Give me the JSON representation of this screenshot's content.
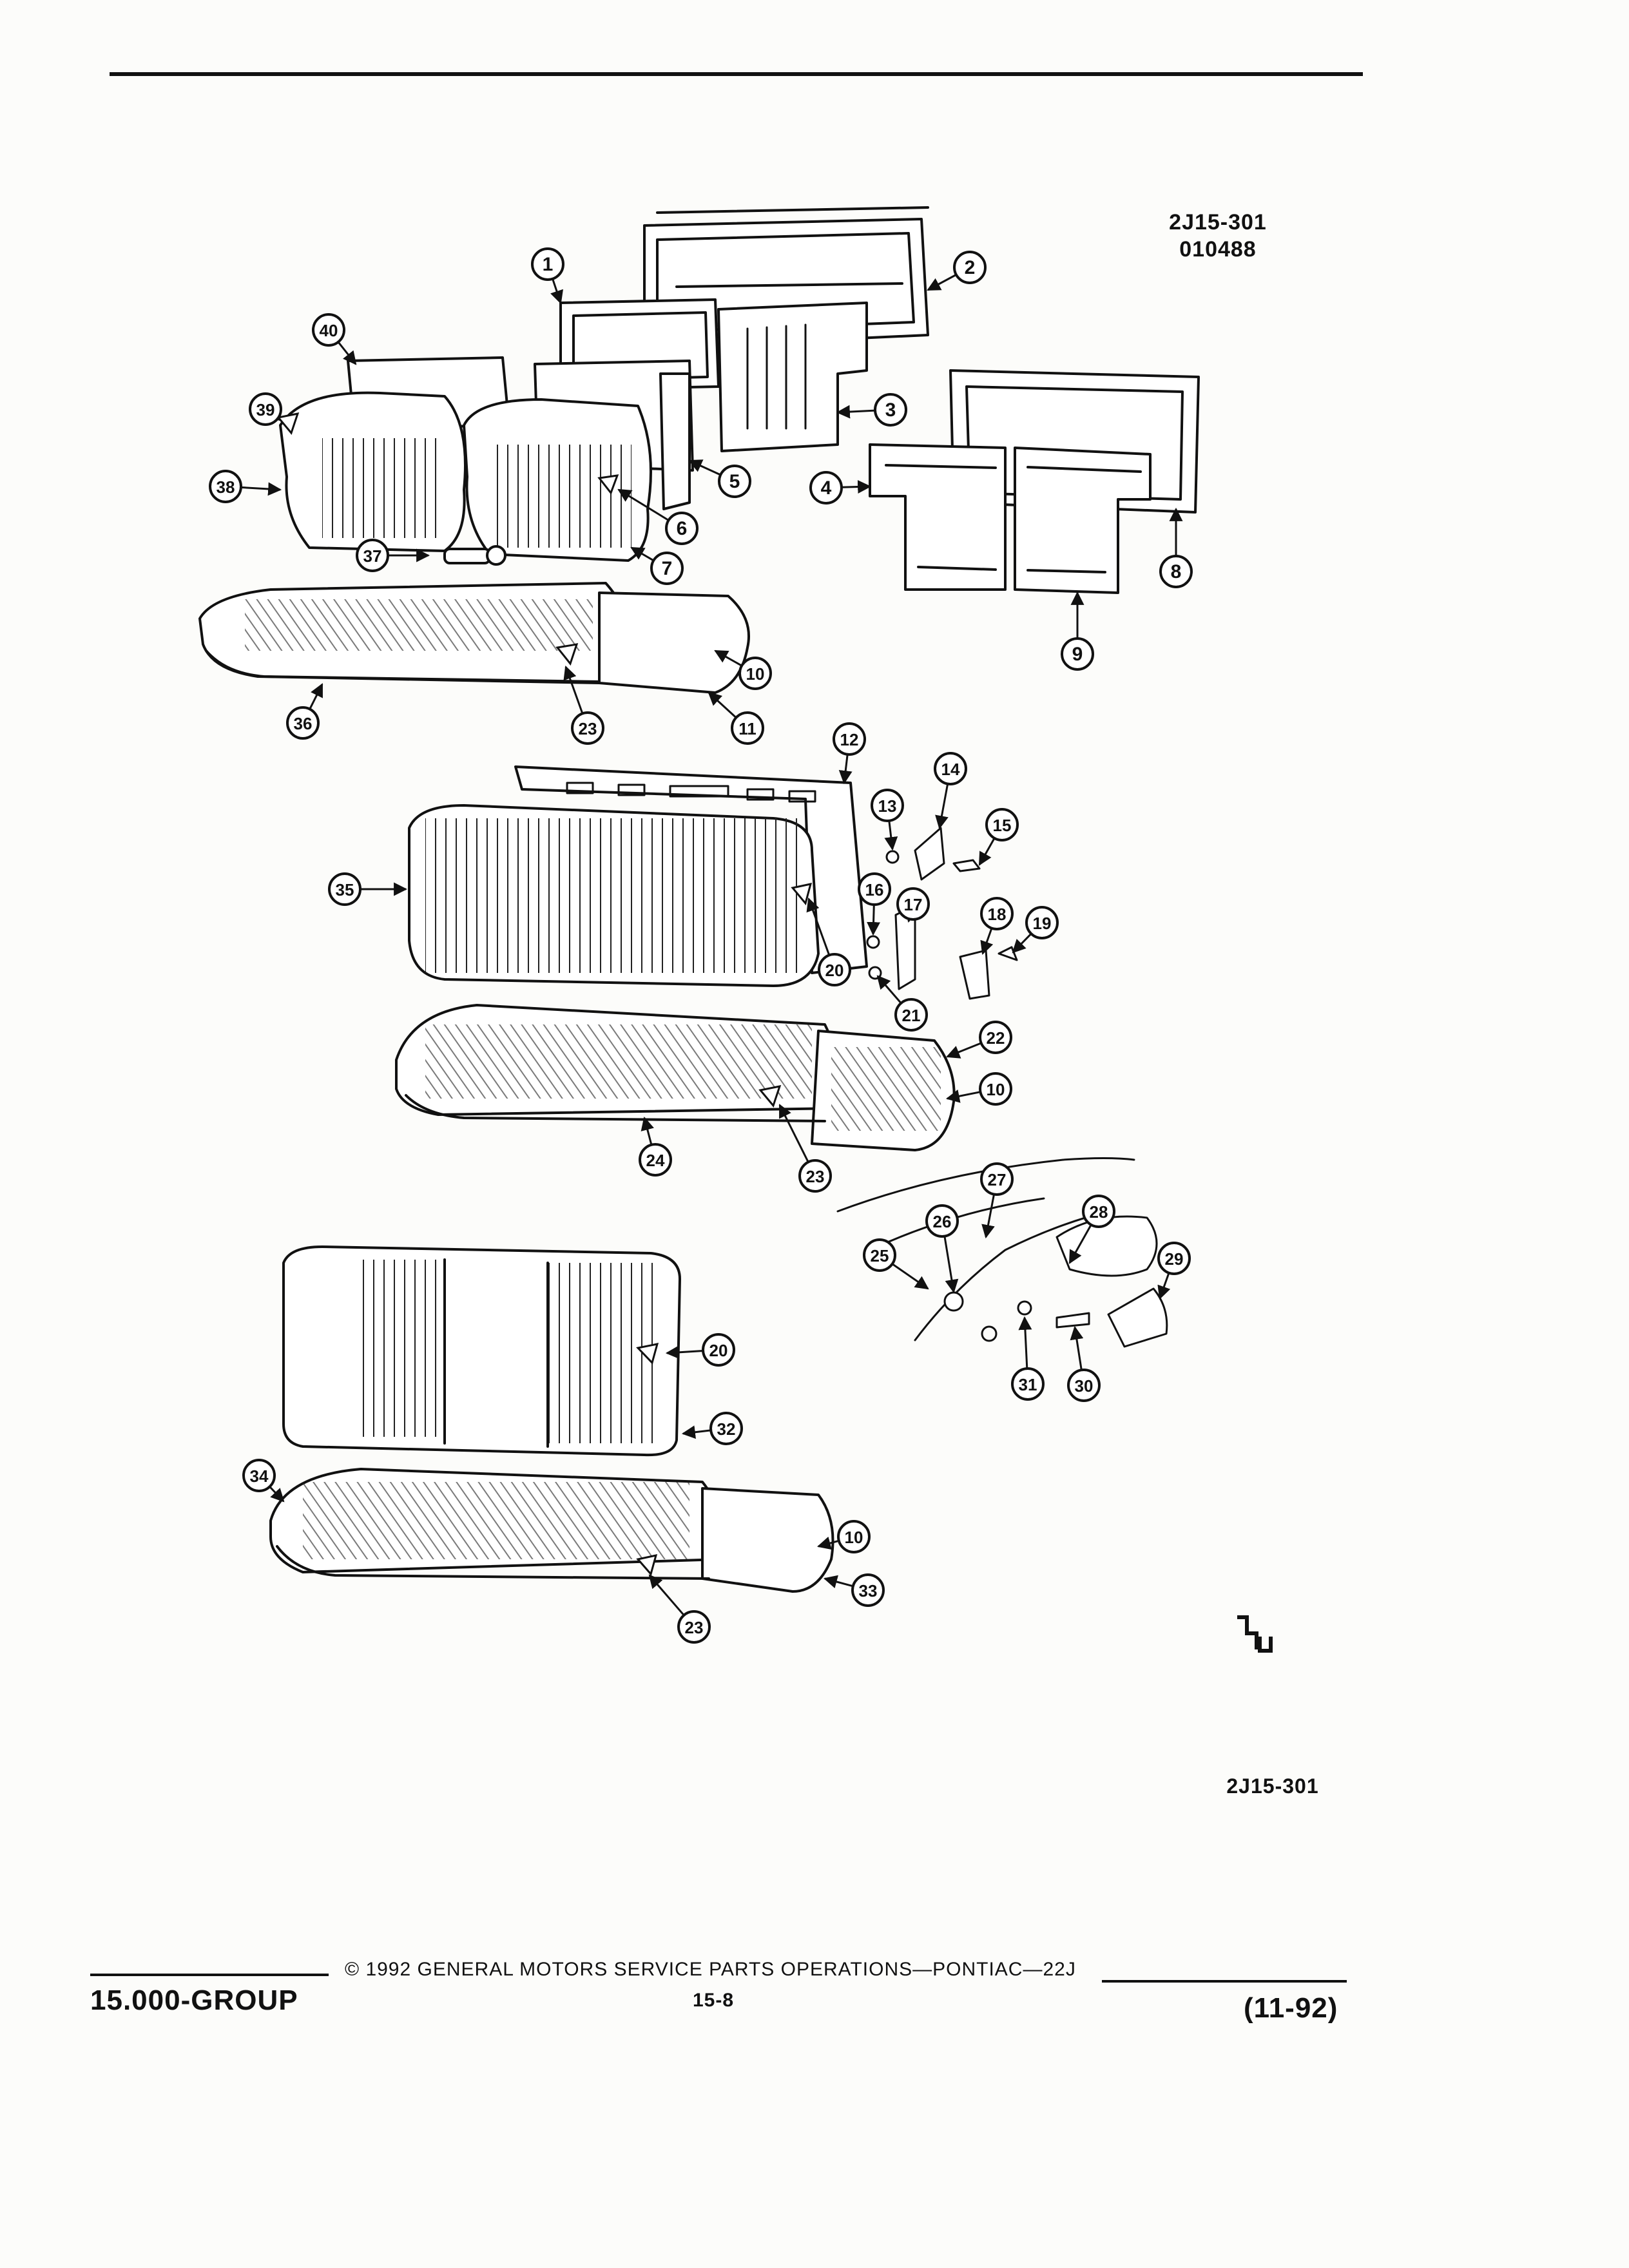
{
  "header": {
    "figure_code": "2J15-301",
    "figure_date": "010488"
  },
  "figure_label": "2J15-301",
  "callouts": [
    "1",
    "2",
    "3",
    "4",
    "5",
    "6",
    "7",
    "8",
    "9",
    "10",
    "11",
    "12",
    "13",
    "14",
    "15",
    "16",
    "17",
    "18",
    "19",
    "20",
    "21",
    "22",
    "23",
    "24",
    "25",
    "26",
    "27",
    "28",
    "29",
    "30",
    "31",
    "32",
    "33",
    "34",
    "35",
    "36",
    "37",
    "38",
    "39",
    "40"
  ],
  "callout_repeats": [
    "10",
    "10",
    "20",
    "23",
    "23"
  ],
  "footer": {
    "copyright": "© 1992 GENERAL MOTORS SERVICE PARTS OPERATIONS—PONTIAC—22J",
    "group": "15.000-GROUP",
    "page": "15-8",
    "revision": "(11-92)"
  }
}
